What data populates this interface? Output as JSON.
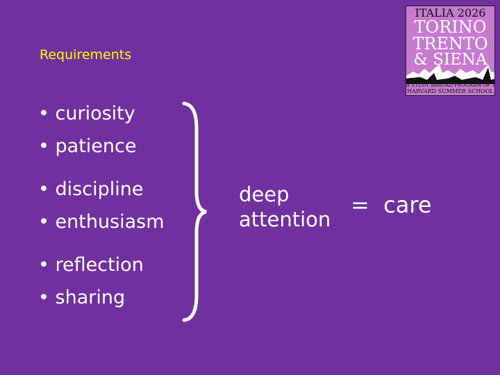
{
  "slide": {
    "title": "Requirements",
    "bullets": [
      "curiosity",
      "patience",
      "discipline",
      "enthusiasm",
      "reflection",
      "sharing"
    ],
    "result_line1": "deep",
    "result_line2": "attention",
    "equals": "=",
    "outcome": "care"
  },
  "logo": {
    "line1": "ITALIA 2026",
    "line2": "TORINO",
    "line3": "TRENTO",
    "line4": "& SIENA",
    "line5": "A STUDY ABROAD PROGRAM OF THE",
    "line6": "HARVARD SUMMER SCHOOL"
  },
  "colors": {
    "background": "#7030a0",
    "title": "#ffff00",
    "logo": "#c77ad0"
  }
}
